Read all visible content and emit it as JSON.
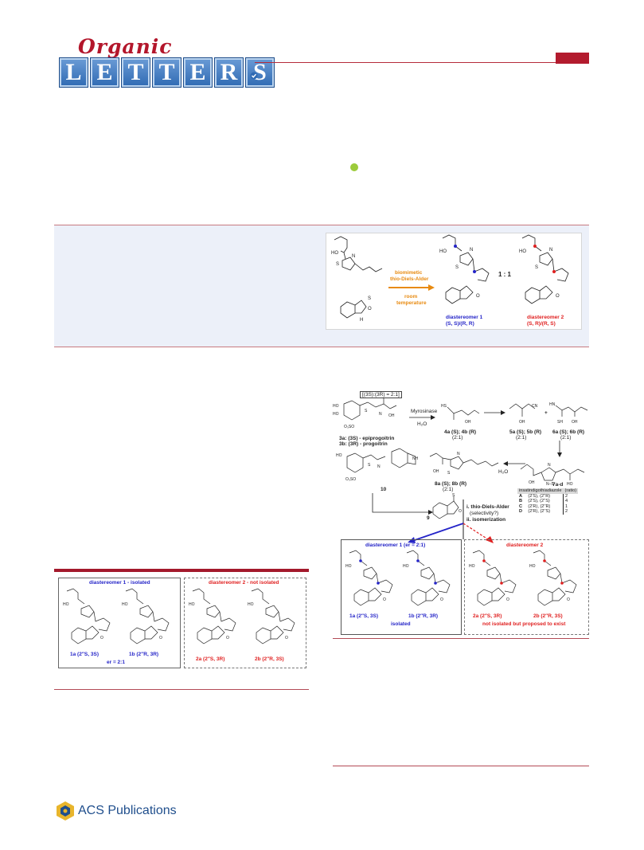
{
  "header": {
    "journal_script": "Organic",
    "journal_letters": [
      "L",
      "E",
      "T",
      "T",
      "E",
      "R",
      "S"
    ]
  },
  "toc_graphic": {
    "reaction_line1": "biomimetic",
    "reaction_line2": "thio-Diels-Alder",
    "conditions_line1": "room",
    "conditions_line2": "temperature",
    "ratio": "1 : 1",
    "dia1_name": "diastereomer 1",
    "dia1_config": "(S, S)/(R, R)",
    "dia2_name": "diastereomer 2",
    "dia2_config": "(S, R)/(R, S)"
  },
  "figure1": {
    "box1_title": "diastereomer 1 - isolated",
    "box2_title": "diastereomer 2 - not isolated",
    "c1a": "1a (2′′S, 3S)",
    "c1b": "1b (2′′R, 3R)",
    "er": "er = 2:1",
    "c2a": "2a (2′′S, 3R)",
    "c2b": "2b (2′′R, 3S)"
  },
  "scheme": {
    "ratio_note": "[(3S):(3R) = 2:1]",
    "enzyme": "Myrosinase",
    "water": "H₂O",
    "water2": "H₂O",
    "c3a": "3a: (3S) - epiprogoitrin",
    "c3b": "3b: (3R) - progoitrin",
    "c4": "4a (S); 4b (R)",
    "c4_ratio": "(2:1)",
    "c5": "5a (S); 5b (R)",
    "c5_ratio": "(2:1)",
    "c6": "6a (S); 6b (R)",
    "c6_ratio": "(2:1)",
    "c7": "7a-d",
    "c8": "8a (S); 8b (R)",
    "c8_ratio": "(2:1)",
    "c9": "9",
    "c10": "10",
    "table_head_name": "insatindigothiadiazole",
    "table_head_ratio": "(ratio)",
    "table_rows": [
      {
        "key": "A",
        "config": "(2′S), (2′′R)",
        "ratio": "2"
      },
      {
        "key": "B",
        "config": "(2′S), (2′′S)",
        "ratio": "4"
      },
      {
        "key": "C",
        "config": "(2′R), (2′′R)",
        "ratio": "1"
      },
      {
        "key": "D",
        "config": "(2′R), (2′′S)",
        "ratio": "2"
      }
    ],
    "step1": "i. thio-Diels-Alder",
    "step1b": "(selectivity?)",
    "step2": "ii. isomerization",
    "box1_title": "diastereomer 1 (er = 2:1)",
    "box2_title": "diastereomer 2",
    "s1a": "1a (2′′S, 3S)",
    "s1b": "1b (2′′R, 3R)",
    "isolated": "isolated",
    "s2a": "2a (2′′S, 3R)",
    "s2b": "2b (2′′R, 3S)",
    "not_isolated": "not isolated but proposed to exist"
  },
  "footer": {
    "publisher": "ACS Publications"
  },
  "colors": {
    "brand_red": "#b31b2e",
    "abstract_bg": "#ecf0f9",
    "diastereomer1": "#2424c8",
    "diastereomer2": "#e02020",
    "reaction_arrow": "#e88a10"
  }
}
